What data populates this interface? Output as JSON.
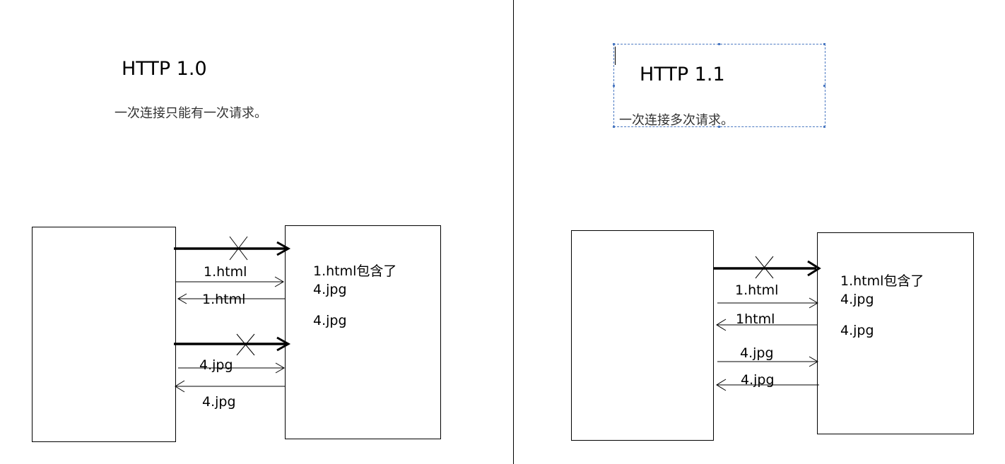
{
  "left": {
    "title": "HTTP 1.0",
    "subtitle": "一次连接只能有一次请求。",
    "server_line1": "1.html包含了",
    "server_line2": "4.jpg",
    "server_line3": "4.jpg",
    "req1_label": "1.html",
    "resp1_label": "1.html",
    "req2_label": "4.jpg",
    "resp2_label": "4.jpg"
  },
  "right": {
    "title": "HTTP 1.1",
    "subtitle": "一次连接多次请求。",
    "server_line1": "1.html包含了",
    "server_line2": "4.jpg",
    "server_line3": "4.jpg",
    "req1_label": "1.html",
    "resp1_label": "1html",
    "req2_label": "4.jpg",
    "resp2_label": "4.jpg"
  },
  "colors": {
    "selection": "#4a78c2",
    "line": "#000000"
  }
}
